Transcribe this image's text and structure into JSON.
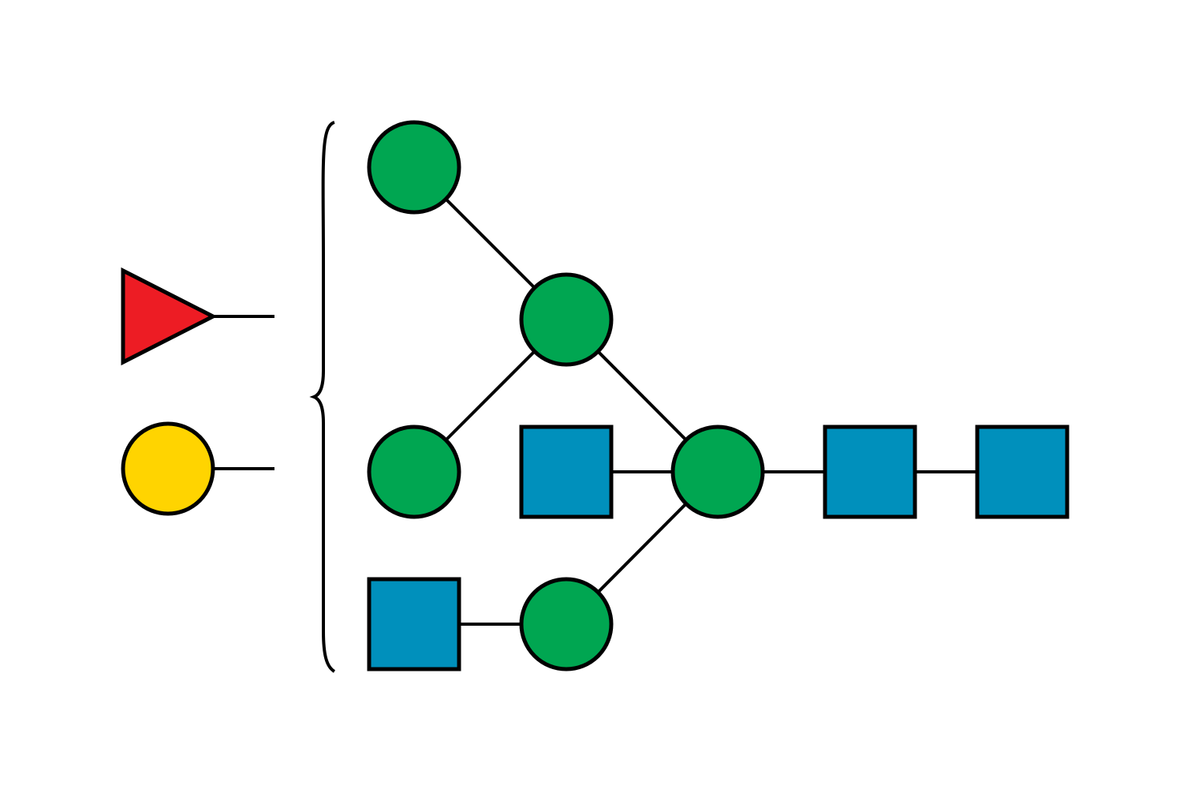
{
  "diagram": {
    "type": "glycan-snfg",
    "colors": {
      "mannose": "#00A651",
      "galactose": "#FFD400",
      "glcnac": "#0090BC",
      "fucose": "#ED1C24",
      "line": "#000000",
      "background": "#FFFFFF"
    },
    "residues": [
      {
        "id": "glcnac-root",
        "symbol": "square",
        "kind": "glcnac"
      },
      {
        "id": "glcnac-core-2",
        "symbol": "square",
        "kind": "glcnac"
      },
      {
        "id": "mannose-core",
        "symbol": "circle",
        "kind": "mannose"
      },
      {
        "id": "glcnac-bisecting",
        "symbol": "square",
        "kind": "glcnac"
      },
      {
        "id": "mannose-upper-branch",
        "symbol": "circle",
        "kind": "mannose"
      },
      {
        "id": "mannose-lower-branch",
        "symbol": "circle",
        "kind": "mannose"
      },
      {
        "id": "mannose-upper-terminal",
        "symbol": "circle",
        "kind": "mannose"
      },
      {
        "id": "mannose-middle-terminal",
        "symbol": "circle",
        "kind": "mannose"
      },
      {
        "id": "glcnac-lower-terminal",
        "symbol": "square",
        "kind": "glcnac"
      }
    ],
    "links": [
      {
        "from": "glcnac-root",
        "to": "glcnac-core-2"
      },
      {
        "from": "glcnac-core-2",
        "to": "mannose-core"
      },
      {
        "from": "mannose-core",
        "to": "glcnac-bisecting"
      },
      {
        "from": "mannose-core",
        "to": "mannose-upper-branch"
      },
      {
        "from": "mannose-core",
        "to": "mannose-lower-branch"
      },
      {
        "from": "mannose-upper-branch",
        "to": "mannose-upper-terminal"
      },
      {
        "from": "mannose-upper-branch",
        "to": "mannose-middle-terminal"
      },
      {
        "from": "mannose-lower-branch",
        "to": "glcnac-lower-terminal"
      }
    ],
    "floating_substituents": [
      {
        "id": "fucose-floating",
        "symbol": "triangle",
        "kind": "fucose"
      },
      {
        "id": "galactose-floating",
        "symbol": "circle",
        "kind": "galactose"
      }
    ]
  }
}
